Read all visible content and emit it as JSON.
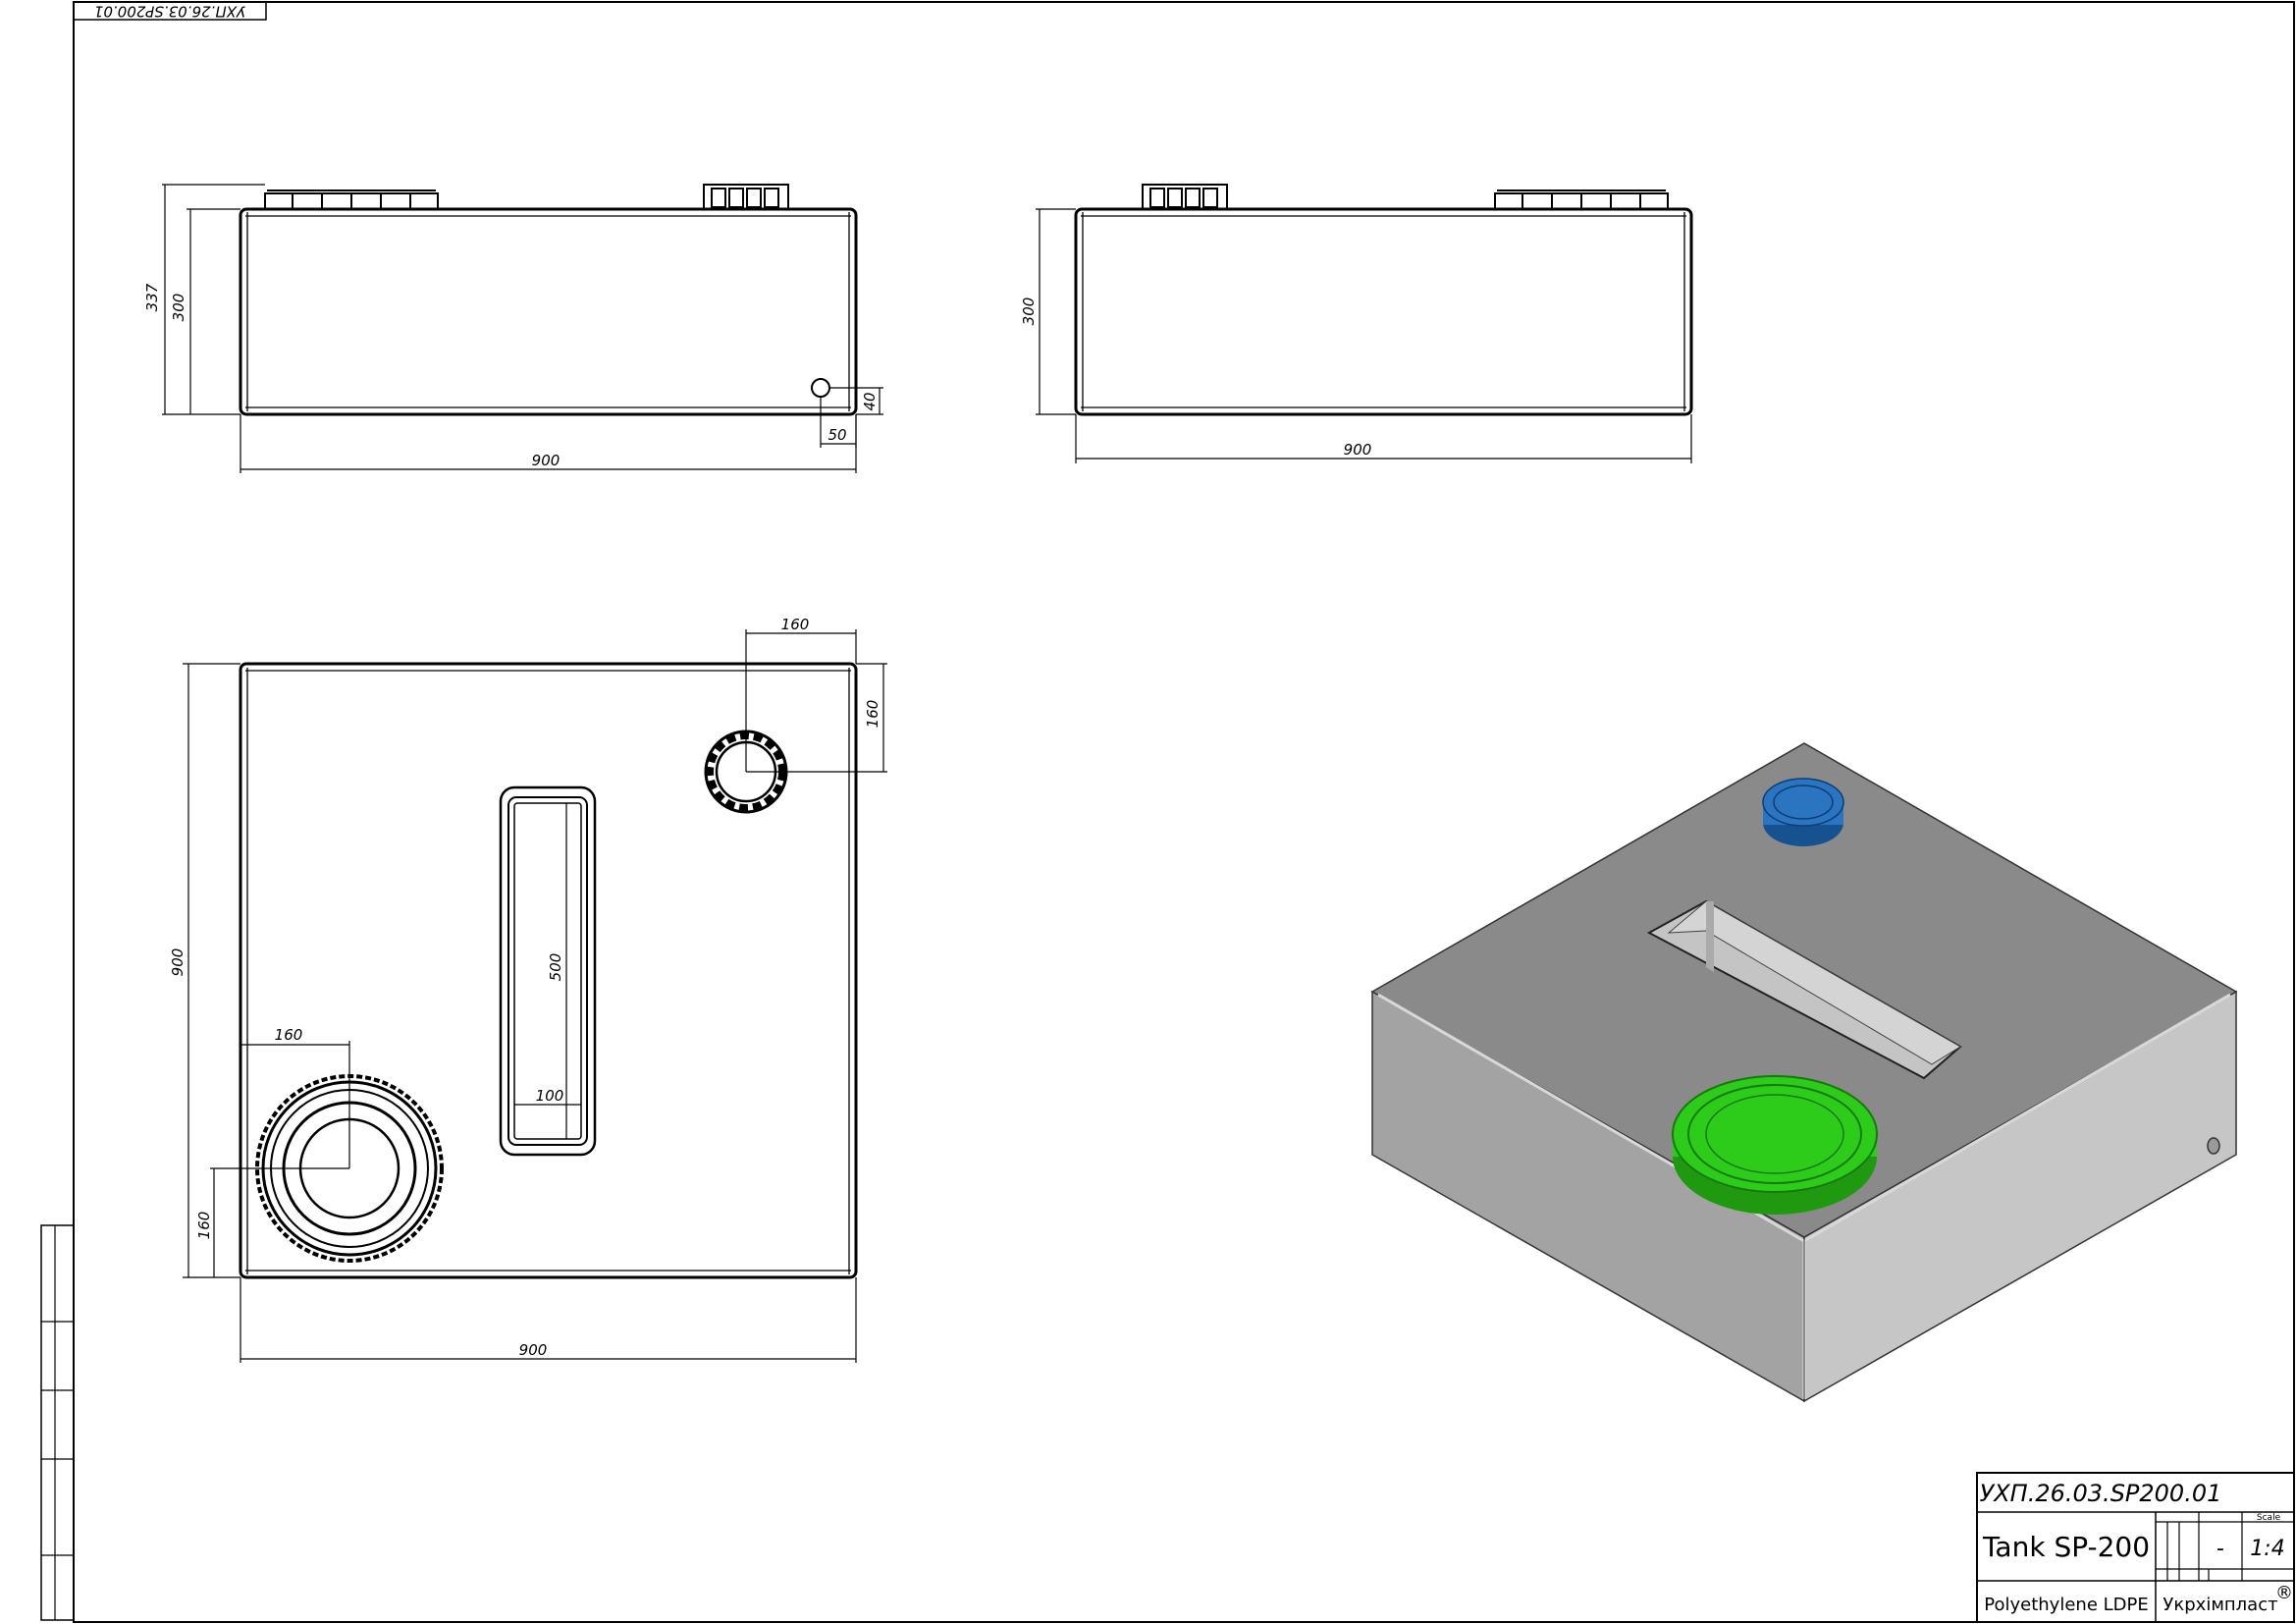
{
  "stamp": {
    "code_mirrored": "УХП.26.03.SP200.01"
  },
  "views": {
    "front": {
      "height_total": "337",
      "height_body": "300",
      "width": "900",
      "port_height": "40",
      "port_offset": "50"
    },
    "side": {
      "height_body": "300",
      "width": "900"
    },
    "top": {
      "size": "900",
      "width": "900",
      "cap_small_x": "160",
      "cap_small_y": "160",
      "cap_large_x": "160",
      "cap_large_y": "160",
      "slot_length": "500",
      "slot_width": "100"
    }
  },
  "model": {
    "cap_small_color": "#2a74c0",
    "cap_large_color": "#2ecc1a",
    "body_top_color": "#8a8a8a",
    "body_left_color": "#a3a3a3",
    "body_right_color": "#c6c6c6"
  },
  "title_block": {
    "designation": "УХП.26.03.SP200.01",
    "name": "Tank SP-200",
    "scale_label": "Scale",
    "scale": "1:4",
    "mass": "-",
    "material": "Polyethylene LDPE",
    "company": "Укрхімпласт",
    "registered": "®"
  }
}
